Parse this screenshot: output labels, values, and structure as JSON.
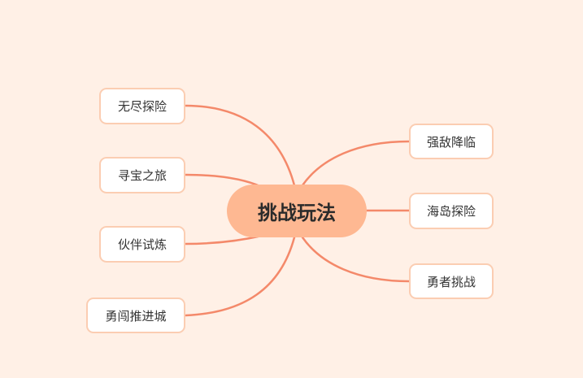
{
  "mindmap": {
    "central": {
      "label": "挑战玩法"
    },
    "left_branches": [
      {
        "label": "无尽探险"
      },
      {
        "label": "寻宝之旅"
      },
      {
        "label": "伙伴试炼"
      },
      {
        "label": "勇闯推进城"
      }
    ],
    "right_branches": [
      {
        "label": "强敌降临"
      },
      {
        "label": "海岛探险"
      },
      {
        "label": "勇者挑战"
      }
    ]
  },
  "colors": {
    "background": "#FFF0E6",
    "central_fill": "#FEB892",
    "node_border": "#FBCDB2",
    "link": "#F4896A"
  }
}
